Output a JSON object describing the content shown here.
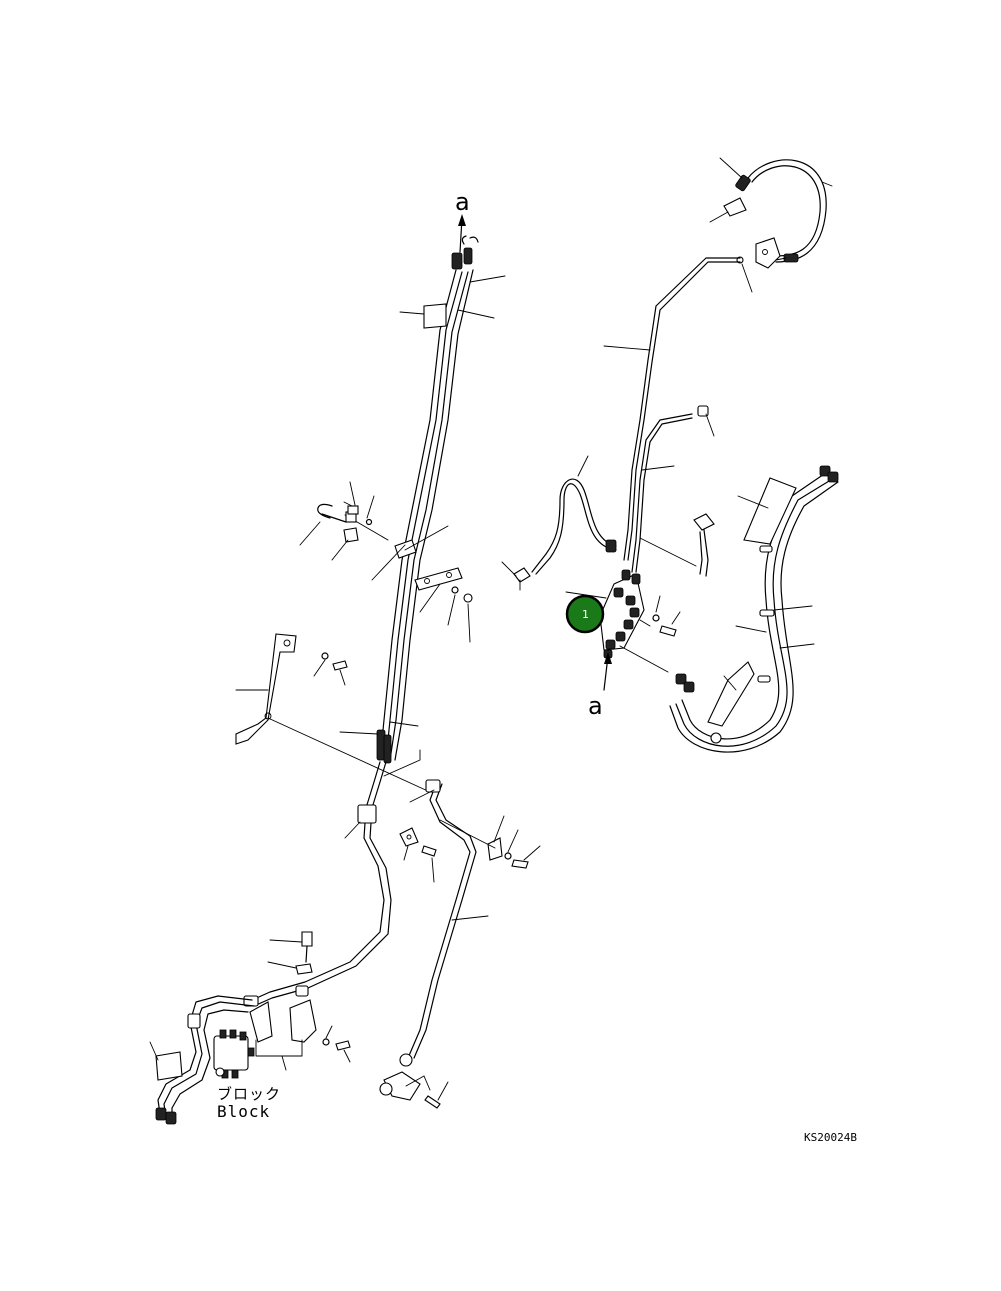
{
  "diagram": {
    "view_labels": {
      "top": "a",
      "bottom": "a"
    },
    "block_label_jp": "ブロック",
    "block_label_en": "Block",
    "drawing_code": "KS20024B",
    "callout": {
      "number": "1",
      "color": "#1a7a1a"
    }
  }
}
